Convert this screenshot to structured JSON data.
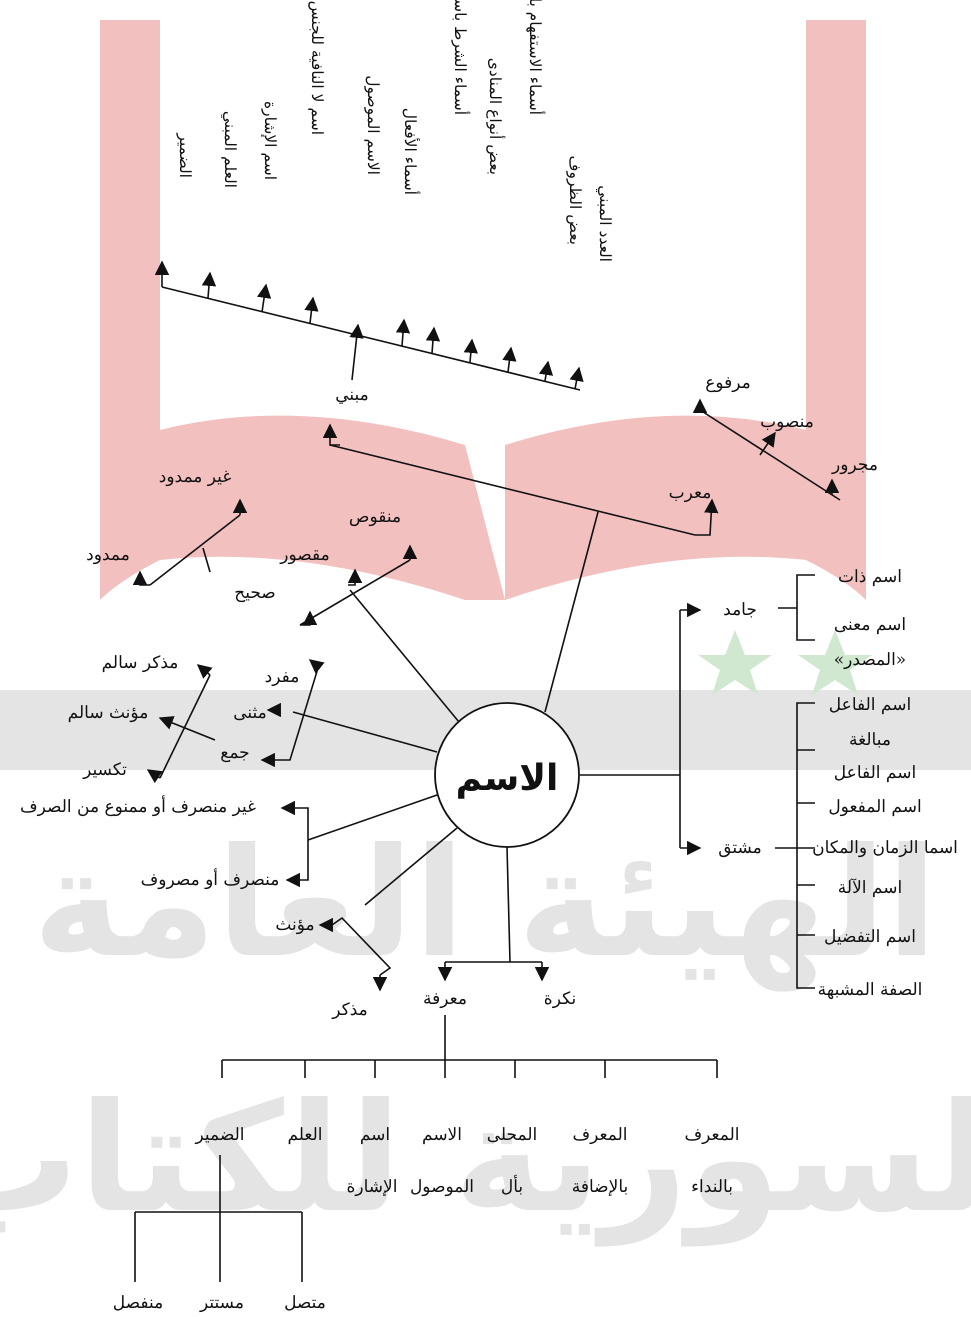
{
  "watermark": {
    "text_line1": "الهيئة العامة",
    "text_line2": "السورية للكتاب",
    "book_color": "#e36f6f",
    "book_fill": "#f2c9c9",
    "band_color": "#d9d9d9",
    "star_color": "#cfe8cf"
  },
  "center": "الاسم",
  "mabni": {
    "label": "مبني",
    "items": [
      "الضمير",
      "العلم المبني",
      "اسم الإشارة",
      "اسم لا النافية للجنس في بعض الأحوال",
      "الاسم الموصول",
      "أسماء الأفعال",
      "أسماء الشرط باستثناء «أي»",
      "بعض أنواع المنادى",
      "أسماء الاستفهام باستثناء «أي»",
      "بعض الظروف",
      "العدد المبني"
    ]
  },
  "muarab": {
    "label": "معرب",
    "items": [
      "مرفوع",
      "منصوب",
      "مجرور"
    ]
  },
  "sahih": {
    "label": "صحيح",
    "items": [
      "منقوص",
      "مقصور"
    ],
    "ghayr_mamdud": "غير ممدود",
    "mamdud": "ممدود"
  },
  "number": {
    "mufrad": "مفرد",
    "muthanna": "مثنى",
    "jam": "جمع",
    "jam_types": [
      "مذكر سالم",
      "مؤنث سالم",
      "تكسير"
    ]
  },
  "sarf": {
    "ghayr": "غير منصرف أو ممنوع من الصرف",
    "munsarif": "منصرف أو مصروف"
  },
  "gender": {
    "muannath": "مؤنث",
    "mudhakkar": "مذكر"
  },
  "jamid": {
    "label": "جامد",
    "items": [
      "اسم ذات",
      "اسم معنى",
      "«المصدر»"
    ]
  },
  "mushtaq": {
    "label": "مشتق",
    "items": [
      "اسم الفاعل",
      "مبالغة",
      "اسم الفاعل",
      "اسم المفعول",
      "اسما الزمان والمكان",
      "اسم الآلة",
      "اسم التفضيل",
      "الصفة المشبهة"
    ]
  },
  "definiteness": {
    "marifa": "معرفة",
    "nakira": "نكرة",
    "types": [
      [
        "المعرف",
        "بالنداء"
      ],
      [
        "المعرف",
        "بالإضافة"
      ],
      [
        "المحلى",
        "بأل"
      ],
      [
        "الاسم",
        "الموصول"
      ],
      [
        "اسم",
        "الإشارة"
      ],
      [
        "العلم",
        ""
      ],
      [
        "الضمير",
        ""
      ]
    ],
    "pronoun_types": [
      "متصل",
      "مستتر",
      "منفصل"
    ]
  }
}
